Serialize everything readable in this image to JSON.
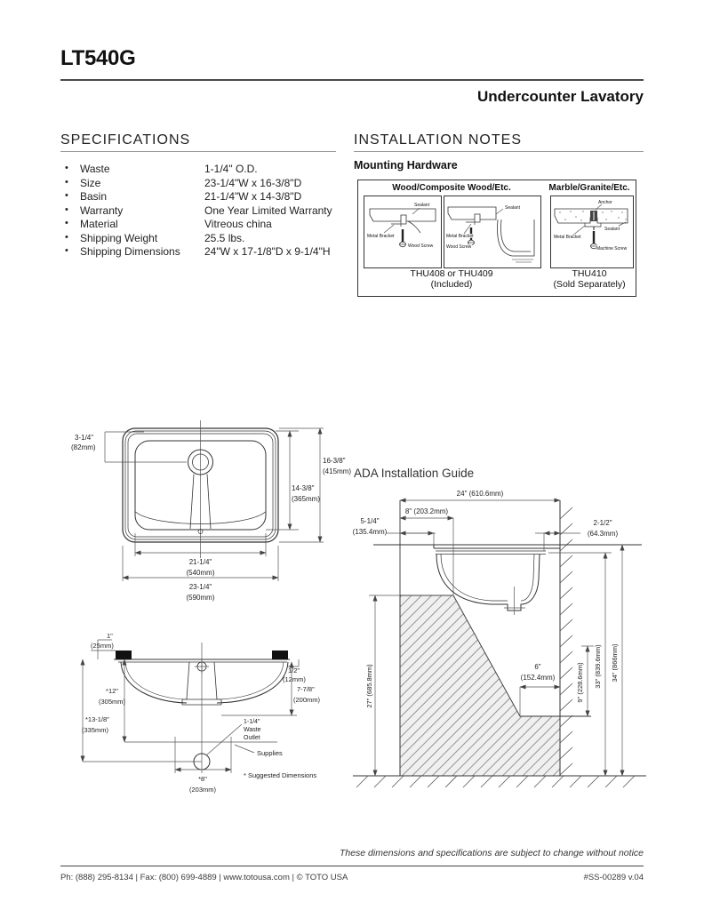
{
  "header": {
    "model": "LT540G",
    "subtitle": "Undercounter Lavatory"
  },
  "specifications": {
    "title": "SPECIFICATIONS",
    "bullet": "•",
    "items": [
      {
        "label": "Waste",
        "value": "1-1/4\" O.D."
      },
      {
        "label": "Size",
        "value": "23-1/4\"W x 16-3/8\"D"
      },
      {
        "label": "Basin",
        "value": "21-1/4\"W x 14-3/8\"D"
      },
      {
        "label": "Warranty",
        "value": "One Year Limited Warranty"
      },
      {
        "label": "Material",
        "value": "Vitreous china"
      },
      {
        "label": "Shipping Weight",
        "value": "25.5 lbs."
      },
      {
        "label": "Shipping Dimensions",
        "value": "24\"W x 17-1/8\"D x 9-1/4\"H"
      }
    ]
  },
  "installation": {
    "title": "INSTALLATION NOTES",
    "mounting_hardware": {
      "heading": "Mounting Hardware",
      "wood_header": "Wood/Composite Wood/Etc.",
      "marble_header": "Marble/Granite/Etc.",
      "labels": {
        "sealant": "Sealant",
        "metal_bracket": "Metal Bracket",
        "wood_screw": "Wood Screw",
        "anchor": "Anchor",
        "machine_screw": "Machine Screw"
      },
      "included_caption": {
        "line1": "THU408 or THU409",
        "line2": "(Included)"
      },
      "separate_caption": {
        "line1": "THU410",
        "line2": "(Sold Separately)"
      }
    },
    "ada_guide_title": "ADA Installation Guide"
  },
  "drawings": {
    "top_view": {
      "edge_in": "3-1/4\"",
      "edge_mm": "(82mm)",
      "depth_outer_in": "16-3/8\"",
      "depth_outer_mm": "(415mm)",
      "depth_basin_in": "14-3/8\"",
      "depth_basin_mm": "(365mm)",
      "width_basin_in": "21-1/4\"",
      "width_basin_mm": "(540mm)",
      "width_outer_in": "23-1/4\"",
      "width_outer_mm": "(590mm)"
    },
    "side_view": {
      "counter_in": "1\"",
      "counter_mm": "(25mm)",
      "reveal_in": "1/2\"",
      "reveal_mm": "(12mm)",
      "rim_to_supply_in": "*12\"",
      "rim_to_supply_mm": "(305mm)",
      "depth_in": "7-7/8\"",
      "depth_mm": "(200mm)",
      "rim_to_outlet_in": "*13-1/8\"",
      "rim_to_outlet_mm": "(335mm)",
      "supply_spread_in": "*8\"",
      "supply_spread_mm": "(203mm)",
      "waste_line1": "1-1/4\"",
      "waste_line2": "Waste",
      "waste_line3": "Outlet",
      "supplies_label": "Supplies",
      "note": "* Suggested Dimensions"
    },
    "ada": {
      "d24": "24\" (610.6mm)",
      "d8": "8\" (203.2mm)",
      "d5_in": "5-1/4\"",
      "d5_mm": "(135.4mm)",
      "d2_in": "2-1/2\"",
      "d2_mm": "(64.3mm)",
      "d27": "27\" (685.8mm)",
      "d6_in": "6\"",
      "d6_mm": "(152.4mm)",
      "d9": "9\" (228.6mm)",
      "d33": "33\" (839.6mm)",
      "d34": "34\" (866mm)"
    }
  },
  "footer": {
    "notice": "These dimensions and specifications are subject to change without notice",
    "contact": "Ph: (888) 295-8134 | Fax: (800) 699-4889 | www.totousa.com | © TOTO USA",
    "doc_number": "#SS-00289 v.04"
  }
}
